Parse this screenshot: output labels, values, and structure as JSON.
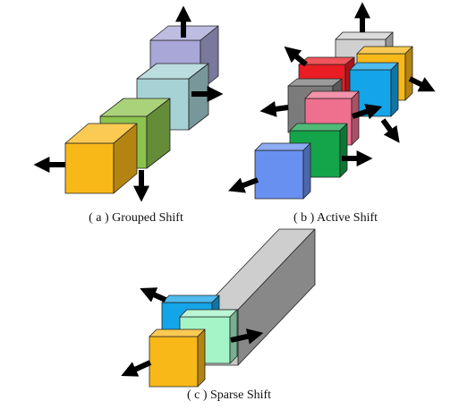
{
  "captions": {
    "a": "( a ) Grouped Shift",
    "b": "( b ) Active Shift",
    "c": "( c ) Sparse Shift"
  },
  "panels": {
    "a": {
      "cubes": [
        {
          "id": "lavender",
          "color": "#a9a6d8"
        },
        {
          "id": "lightteal",
          "color": "#a6d2d6"
        },
        {
          "id": "green",
          "color": "#8cc34e"
        },
        {
          "id": "gold",
          "color": "#f8b818"
        }
      ]
    },
    "b": {
      "cubes": [
        {
          "id": "lightgray",
          "color": "#d0d0d0"
        },
        {
          "id": "red",
          "color": "#ea1c24"
        },
        {
          "id": "gold",
          "color": "#f8b818"
        },
        {
          "id": "sky",
          "color": "#14a4e8"
        },
        {
          "id": "gray",
          "color": "#7b7b7b"
        },
        {
          "id": "pink",
          "color": "#ef6f8f"
        },
        {
          "id": "green",
          "color": "#14a44a"
        },
        {
          "id": "periwinkle",
          "color": "#6890f0"
        }
      ]
    },
    "c": {
      "cubes": [
        {
          "id": "longgray",
          "color": "#c8c8c8"
        },
        {
          "id": "sky",
          "color": "#14a4e8"
        },
        {
          "id": "mint",
          "color": "#a4f4c8"
        },
        {
          "id": "gold",
          "color": "#f8b818"
        }
      ]
    }
  },
  "arrow_color": "#000000"
}
